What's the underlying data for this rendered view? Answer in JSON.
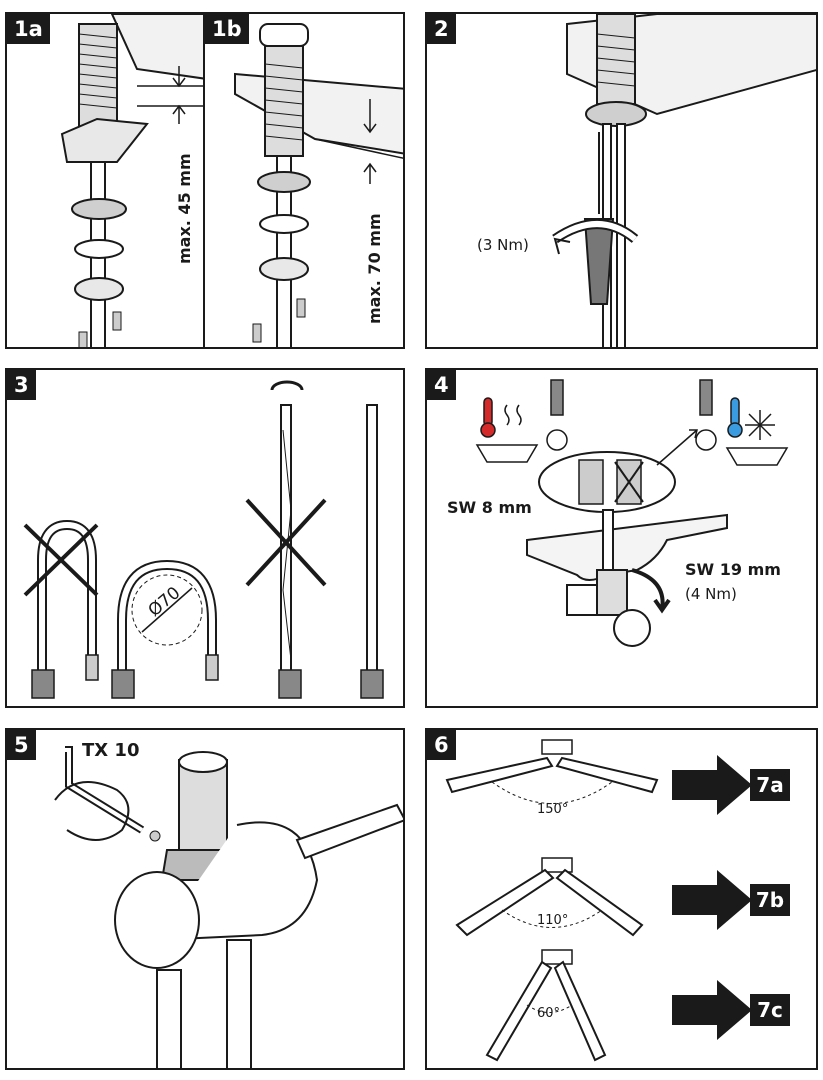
{
  "panels": {
    "p1a": {
      "badge": "1a",
      "dim": "max. 45 mm"
    },
    "p1b": {
      "badge": "1b",
      "dim": "max. 70 mm"
    },
    "p2": {
      "badge": "2",
      "torque": "(3 Nm)"
    },
    "p3": {
      "badge": "3",
      "bend": "Ø70"
    },
    "p4": {
      "badge": "4",
      "sw_small": "SW 8 mm",
      "sw_large": "SW 19 mm",
      "torque": "(4 Nm)"
    },
    "p5": {
      "badge": "5",
      "tool": "TX 10"
    },
    "p6": {
      "badge": "6",
      "angles": [
        "150°",
        "110°",
        "60°"
      ],
      "next_steps": [
        "7a",
        "7b",
        "7c"
      ]
    }
  },
  "colors": {
    "ink": "#1a1a1a",
    "hot": "#d42a2a",
    "cold": "#3b9be0",
    "grey": "#8a8a8a"
  },
  "icons": [
    "thermometer-hot-icon",
    "thermometer-cold-icon",
    "snowflake-icon",
    "rotate-arrow-icon",
    "wrench-icon",
    "screwdriver-icon",
    "arrow-right-icon"
  ]
}
